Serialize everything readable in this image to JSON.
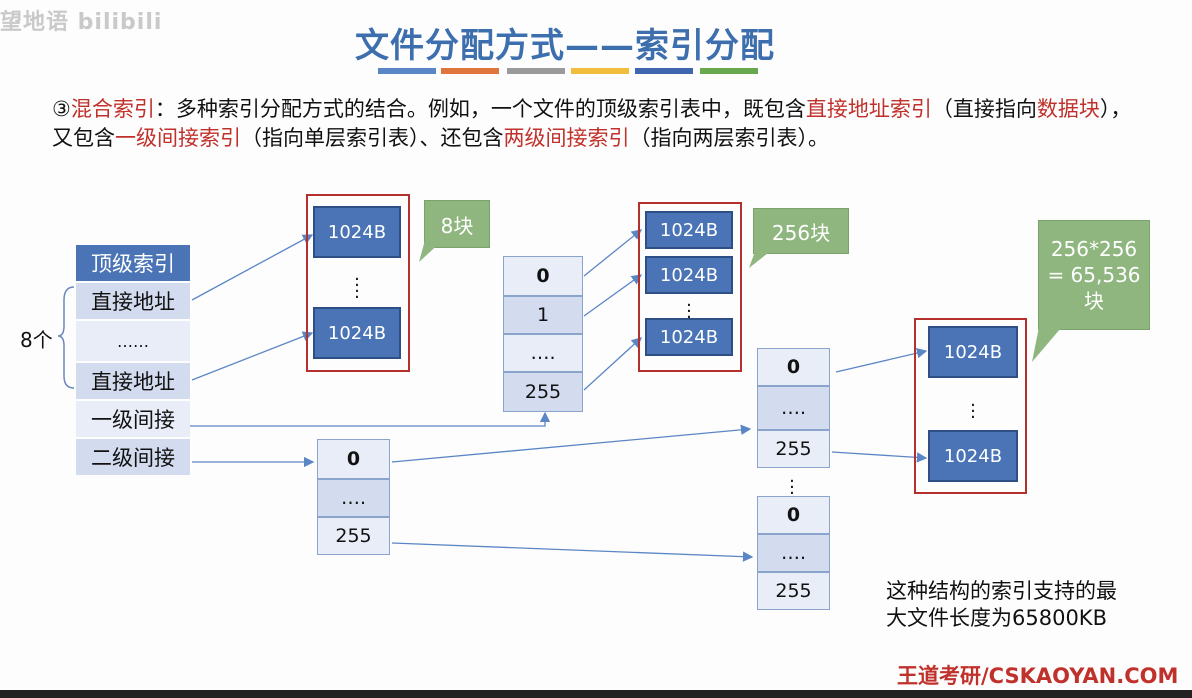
{
  "watermark": "望地语 bilibili",
  "title": "文件分配方式——索引分配",
  "bar_colors": [
    "#5b86c5",
    "#e0743d",
    "#9a9a9a",
    "#f0be3c",
    "#3f67b0",
    "#6aa84f"
  ],
  "para": {
    "num": "③",
    "t1": "混合索引",
    "t2": "：多种索引分配方式的结合。例如，一个文件的顶级索引表中，既包含",
    "t3": "直接地址索引",
    "t4": "（直接指向",
    "t5": "数据块",
    "t6": "），又包含",
    "t7": "一级间接索引",
    "t8": "（指向单层索引表）、还包含",
    "t9": "两级间接索引",
    "t10": "（指向两层索引表）。"
  },
  "top_table": {
    "header": "顶级索引",
    "rows": [
      "直接地址",
      "……",
      "直接地址",
      "一级间接",
      "二级间接"
    ]
  },
  "brace_label": "8个",
  "block_label": "1024B",
  "callouts": {
    "c1": "8块",
    "c2": "256块",
    "c3_l1": "256*256",
    "c3_l2": "= 65,536",
    "c3_l3": "块"
  },
  "index_labels": {
    "zero": "0",
    "one": "1",
    "dots": "….",
    "last": "255"
  },
  "summary": {
    "l1": "这种结构的索引支持的最",
    "l2": "大文件长度为65800KB"
  },
  "logo": "王道考研/CSKAOYAN.COM"
}
